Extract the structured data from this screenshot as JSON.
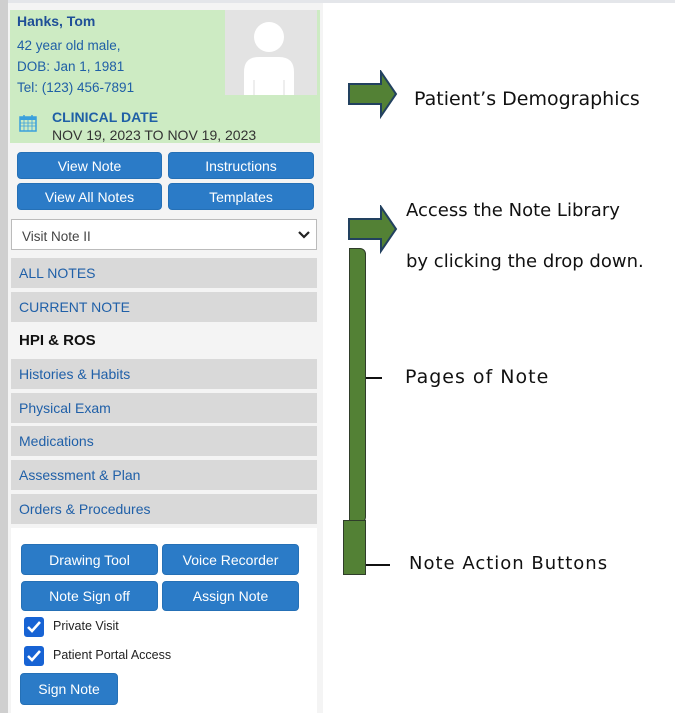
{
  "patient": {
    "name": "Hanks, Tom",
    "age_sex": "42 year old male,",
    "dob": "DOB: Jan 1, 1981",
    "tel": "Tel: (123) 456-7891",
    "clinical_date_label": "CLINICAL DATE",
    "clinical_date_range": "NOV 19, 2023 TO NOV 19, 2023"
  },
  "top_buttons": [
    "View Note",
    "Instructions",
    "View All Notes",
    "Templates"
  ],
  "note_select": {
    "value": "Visit Note II"
  },
  "nav": [
    "ALL NOTES",
    "CURRENT NOTE",
    "HPI & ROS",
    "Histories & Habits",
    "Physical Exam",
    "Medications",
    "Assessment & Plan",
    "Orders & Procedures"
  ],
  "active_nav": "HPI & ROS",
  "action_buttons": [
    "Drawing Tool",
    "Voice Recorder",
    "Note Sign off",
    "Assign Note"
  ],
  "checkboxes": [
    {
      "label": "Private Visit",
      "checked": true
    },
    {
      "label": "Patient Portal Access",
      "checked": true
    }
  ],
  "sign_button": "Sign Note",
  "annotations": {
    "demographics": "Patient’s Demographics",
    "library_1": "Access the Note Library",
    "library_2": "by clicking the drop down.",
    "pages": "Pages of Note",
    "actions": "Note Action Buttons"
  },
  "colors": {
    "accent": "#2b7bc7",
    "header_bg": "#cdebc3",
    "annotation_green": "#538135"
  }
}
